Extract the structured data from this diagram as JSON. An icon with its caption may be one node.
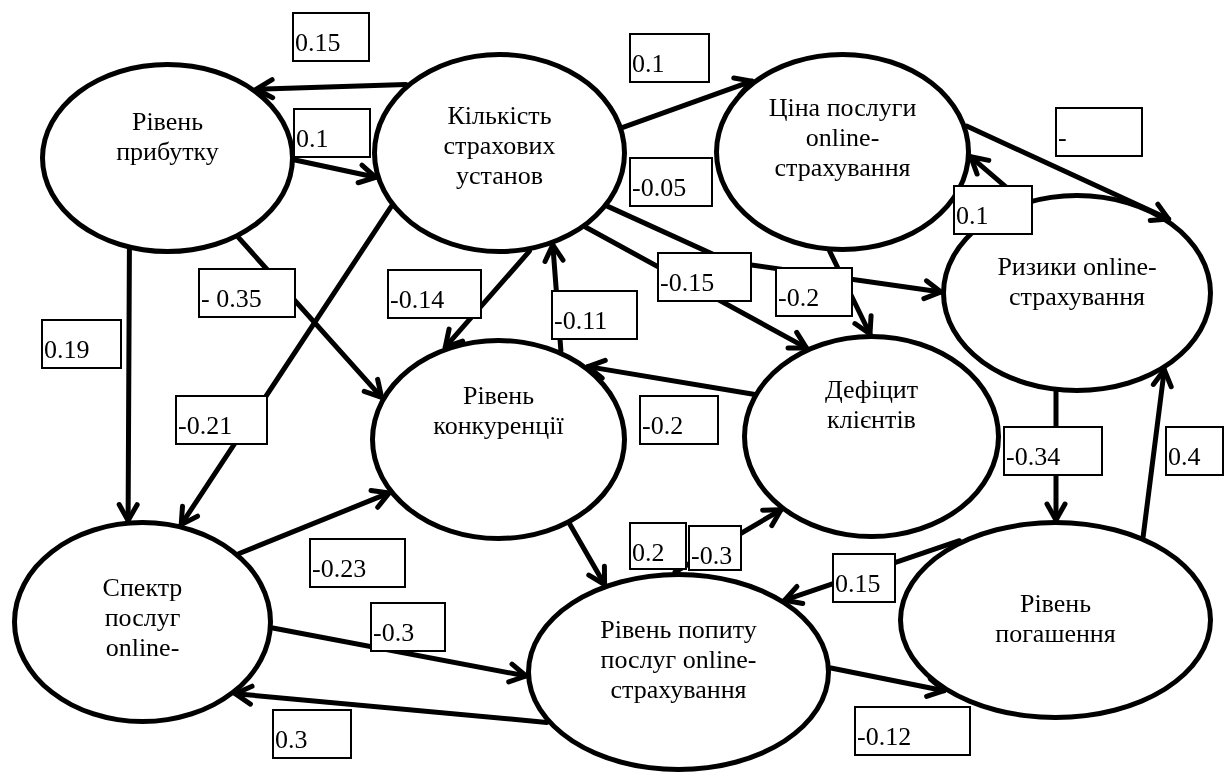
{
  "diagram": {
    "nodes": [
      {
        "text": [
          "Рівень прибутку"
        ]
      },
      {
        "text": [
          "Кількість страхових установ"
        ]
      },
      {
        "text": [
          "Ціна послуги online-страхування"
        ]
      },
      {
        "text": [
          "Ризики online-страхування"
        ]
      },
      {
        "text": [
          "Рівень конкуренції"
        ]
      },
      {
        "text": [
          "Дефіцит клієнтів"
        ]
      },
      {
        "text": [
          "Спектр послуг online-"
        ]
      },
      {
        "text": [
          "Рівень попиту послуг online-страхування"
        ]
      },
      {
        "text": [
          "Рівень погашення"
        ]
      }
    ],
    "edges": [
      {
        "from": 1,
        "to": 0,
        "arrow": "to",
        "label": "0.15"
      },
      {
        "from": 0,
        "to": 1,
        "arrow": "to",
        "label": "0.1"
      },
      {
        "from": 1,
        "to": 2,
        "arrow": "to",
        "label": "0.1"
      },
      {
        "from": 1,
        "to": 3,
        "arrow": "to",
        "label": "-0.05"
      },
      {
        "from": 1,
        "to": 5,
        "arrow": "to",
        "label": "-0.15"
      },
      {
        "from": 2,
        "to": 5,
        "arrow": "to",
        "label": "-0.2"
      },
      {
        "from": 2,
        "to": 3,
        "arrow": "to",
        "label": "-"
      },
      {
        "from": 3,
        "to": 2,
        "arrow": "to",
        "label": "0.1"
      },
      {
        "from": 1,
        "to": 4,
        "arrow": "to",
        "label": "-0.14"
      },
      {
        "from": 4,
        "to": 1,
        "arrow": "to",
        "label": "-0.11"
      },
      {
        "from": 1,
        "to": 6,
        "arrow": "to",
        "label": "-0.21"
      },
      {
        "from": 0,
        "to": 4,
        "arrow": "to",
        "label": "- 0.35"
      },
      {
        "from": 0,
        "to": 6,
        "arrow": "to",
        "label": "0.19"
      },
      {
        "from": 5,
        "to": 4,
        "arrow": "to",
        "label": "-0.2"
      },
      {
        "from": 3,
        "to": 8,
        "arrow": "to",
        "label": "-0.34"
      },
      {
        "from": 8,
        "to": 3,
        "arrow": "to",
        "label": "0.4"
      },
      {
        "from": 6,
        "to": 4,
        "arrow": "to",
        "label": "-0.23"
      },
      {
        "from": 6,
        "to": 7,
        "arrow": "to",
        "label": "-0.3"
      },
      {
        "from": 7,
        "to": 6,
        "arrow": "to",
        "label": "0.3"
      },
      {
        "from": 4,
        "to": 7,
        "arrow": "to",
        "label": "0.2"
      },
      {
        "from": 7,
        "to": 5,
        "arrow": "to",
        "label": "-0.3"
      },
      {
        "from": 8,
        "to": 7,
        "arrow": "to",
        "label": "0.15"
      },
      {
        "from": 7,
        "to": 8,
        "arrow": "to",
        "label": "-0.12"
      }
    ]
  }
}
